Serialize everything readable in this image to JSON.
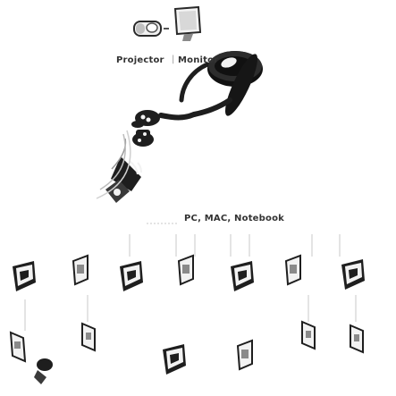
{
  "labels": {
    "projector": "Projector",
    "separator": "|",
    "monitor": "Monitor",
    "pc_mac_notebook": "PC, MAC, Notebook"
  },
  "devices": {
    "splitter": {
      "name": "vga-splitter",
      "color": "#1e1e1e"
    },
    "display": [
      "projector",
      "monitor"
    ],
    "clients_row1": [
      "usb-dongle",
      "usb-dongle",
      "usb-dongle",
      "usb-dongle",
      "usb-dongle"
    ],
    "clients_row2": [
      "usb-key",
      "usb-dongle",
      "usb-key"
    ]
  },
  "colors": {
    "device_body": "#1e1e1e",
    "device_highlight": "#f2f2f2",
    "device_grey": "#8a8a8a",
    "guide_line": "#c8c8c8",
    "text": "#333333"
  }
}
